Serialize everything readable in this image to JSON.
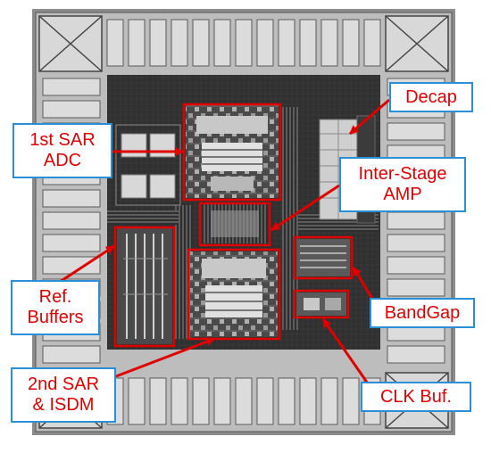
{
  "colors": {
    "label_text": "#e00000",
    "label_border": "#2a8fd6",
    "arrow": "#e00000",
    "block_outline": "#e00000",
    "die_dark": "#2b2b2b",
    "pad_light": "#d4d4d4"
  },
  "labels": {
    "decap": {
      "line1": "Decap"
    },
    "sar1": {
      "line1": "1st SAR",
      "line2": "ADC"
    },
    "interstage": {
      "line1": "Inter-Stage",
      "line2": "AMP"
    },
    "refbuf": {
      "line1": "Ref.",
      "line2": "Buffers"
    },
    "bandgap": {
      "line1": "BandGap"
    },
    "sar2": {
      "line1": "2nd SAR",
      "line2": "& ISDM"
    },
    "clkbuf": {
      "line1": "CLK Buf."
    }
  }
}
